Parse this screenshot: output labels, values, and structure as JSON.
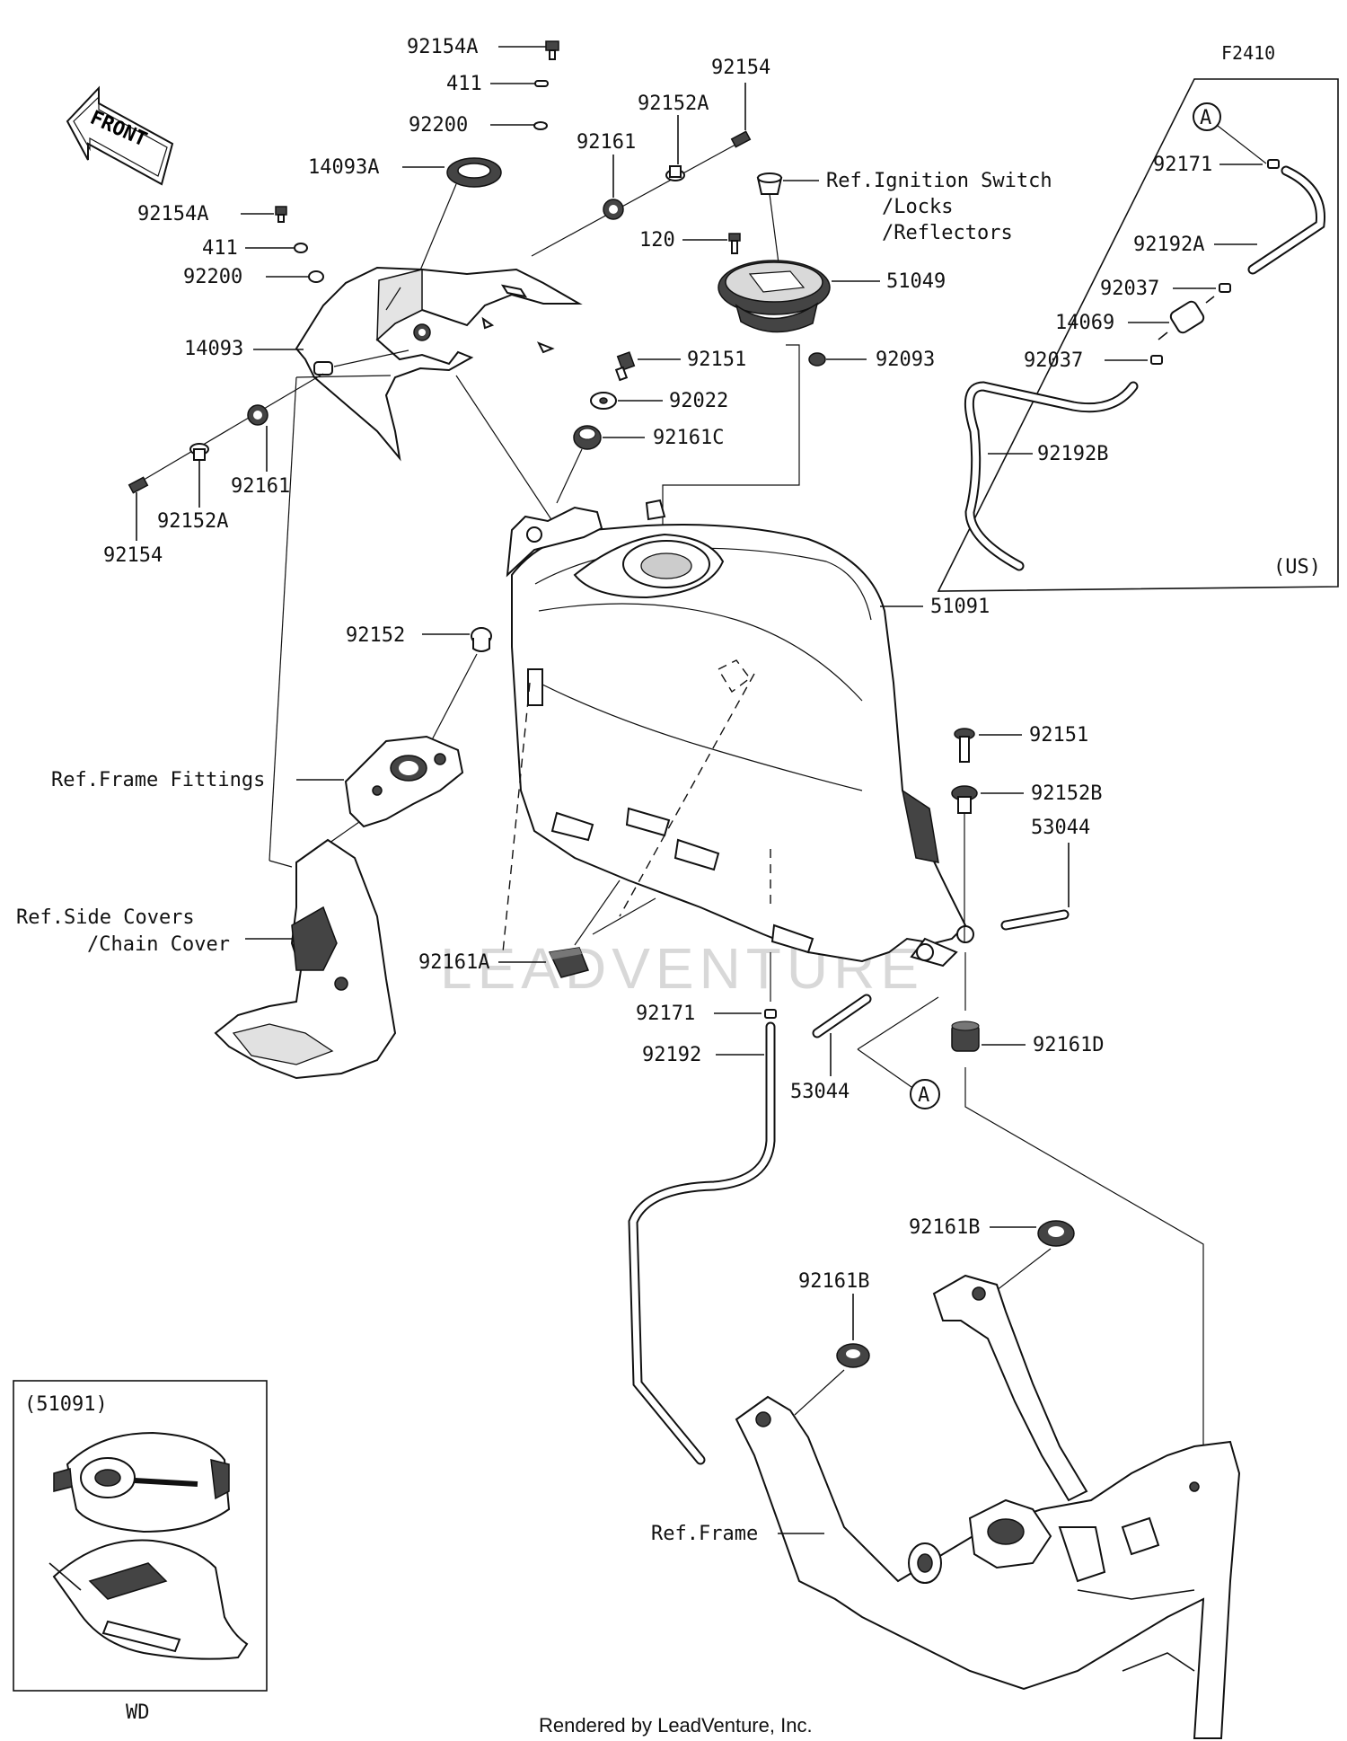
{
  "figure_code": "F2410",
  "front_arrow_text": "FRONT",
  "labels": {
    "p92154A_top": "92154A",
    "p411_top": "411",
    "p92200_top": "92200",
    "p14093A": "14093A",
    "p92154A_left": "92154A",
    "p411_left": "411",
    "p92200_left": "92200",
    "p14093": "14093",
    "p92161_left": "92161",
    "p92152A_left": "92152A",
    "p92154_left": "92154",
    "p92161_top": "92161",
    "p92152A_top": "92152A",
    "p92154_top": "92154",
    "ref_ignition": "Ref.Ignition Switch",
    "ref_locks": "/Locks",
    "ref_reflectors": "/Reflectors",
    "p120": "120",
    "p51049": "51049",
    "p92093": "92093",
    "p92151_upper": "92151",
    "p92022": "92022",
    "p92161C": "92161C",
    "p51091": "51091",
    "p92152": "92152",
    "ref_frame_fittings": "Ref.Frame Fittings",
    "ref_side_covers": "Ref.Side Covers",
    "ref_chain_cover": "/Chain Cover",
    "p92161A": "92161A",
    "p92151_right": "92151",
    "p92152B": "92152B",
    "p53044_right": "53044",
    "p92171_bottom": "92171",
    "p92192": "92192",
    "p53044_bottom": "53044",
    "p92161D": "92161D",
    "callout_A_bottom": "A",
    "p92161B_right": "92161B",
    "p92161B_left": "92161B",
    "ref_frame": "Ref.Frame"
  },
  "us_inset": {
    "callout_A": "A",
    "p92171": "92171",
    "p92192A": "92192A",
    "p92037_upper": "92037",
    "p14069": "14069",
    "p92037_lower": "92037",
    "p92192B": "92192B",
    "region": "(US)"
  },
  "wd_inset": {
    "part": "(51091)",
    "caption": "WD"
  },
  "watermark": "LEADVENTURE",
  "footer": "Rendered by LeadVenture, Inc."
}
